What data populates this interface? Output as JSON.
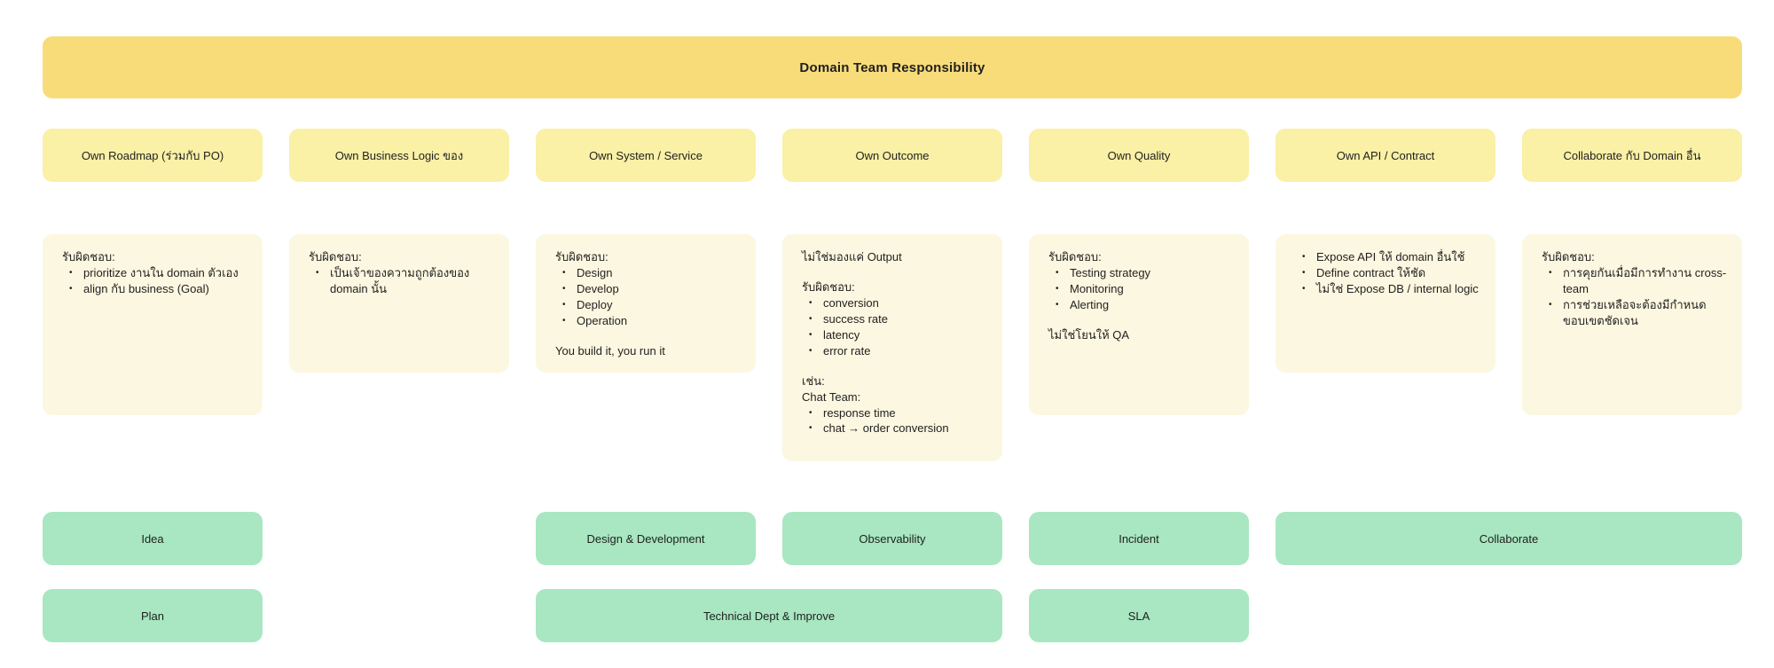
{
  "colors": {
    "banner_yellow": "#F8DC7A",
    "header_yellow": "#FAF0A6",
    "note_cream": "#FCF7E0",
    "phase_green": "#A8E7C1",
    "text": "#1F1F1F",
    "page_bg": "#FFFFFF"
  },
  "banner": {
    "title": "Domain Team Responsibility"
  },
  "columns": [
    {
      "id": "own-roadmap",
      "header": "Own Roadmap (ร่วมกับ PO)",
      "blocks": [
        {
          "type": "text",
          "text": "รับผิดชอบ:"
        },
        {
          "type": "bullets",
          "items": [
            "prioritize งานใน domain ตัวเอง",
            "align กับ business (Goal)"
          ]
        }
      ]
    },
    {
      "id": "own-business-logic",
      "header": "Own Business Logic ของ",
      "blocks": [
        {
          "type": "text",
          "text": "รับผิดชอบ:"
        },
        {
          "type": "bullets",
          "items": [
            "เป็นเจ้าของความถูกต้องของ domain นั้น"
          ]
        }
      ]
    },
    {
      "id": "own-system-service",
      "header": "Own System / Service",
      "blocks": [
        {
          "type": "text",
          "text": "รับผิดชอบ:"
        },
        {
          "type": "bullets",
          "items": [
            "Design",
            "Develop",
            "Deploy",
            "Operation"
          ]
        },
        {
          "type": "text",
          "text": "You build it, you run it",
          "spaced": true
        }
      ]
    },
    {
      "id": "own-outcome",
      "header": "Own Outcome",
      "blocks": [
        {
          "type": "text",
          "text": "ไม่ใช่มองแค่ Output"
        },
        {
          "type": "text",
          "text": "รับผิดชอบ:",
          "spaced": true
        },
        {
          "type": "bullets",
          "items": [
            "conversion",
            "success rate",
            "latency",
            "error rate"
          ]
        },
        {
          "type": "text",
          "text": "เช่น:",
          "spaced": true
        },
        {
          "type": "text",
          "text": "Chat Team:"
        },
        {
          "type": "bullets",
          "items": [
            "response time",
            "chat → order conversion"
          ]
        }
      ]
    },
    {
      "id": "own-quality",
      "header": "Own Quality",
      "blocks": [
        {
          "type": "text",
          "text": "รับผิดชอบ:"
        },
        {
          "type": "bullets",
          "items": [
            "Testing strategy",
            "Monitoring",
            "Alerting"
          ]
        },
        {
          "type": "text",
          "text": "ไม่ใช่โยนให้ QA",
          "spaced": true
        }
      ]
    },
    {
      "id": "own-api-contract",
      "header": "Own API / Contract",
      "blocks": [
        {
          "type": "bullets",
          "items": [
            "Expose API ให้ domain อื่นใช้",
            "Define contract ให้ชัด",
            "ไม่ใช่ Expose DB / internal logic"
          ]
        }
      ]
    },
    {
      "id": "collaborate-domain",
      "header": "Collaborate กับ Domain อื่น",
      "blocks": [
        {
          "type": "text",
          "text": "รับผิดชอบ:"
        },
        {
          "type": "bullets",
          "items": [
            "การคุยกันเมื่อมีการทำงาน cross-team",
            "การช่วยเหลือจะต้องมีกำหนดขอบเขตชัดเจน"
          ]
        }
      ]
    }
  ],
  "phase_cards": [
    {
      "label": "Idea"
    },
    {
      "label": "Design & Development"
    },
    {
      "label": "Observability"
    },
    {
      "label": "Incident"
    },
    {
      "label": "Collaborate"
    },
    {
      "label": "Plan"
    },
    {
      "label": "Technical Dept & Improve"
    },
    {
      "label": "SLA"
    }
  ]
}
